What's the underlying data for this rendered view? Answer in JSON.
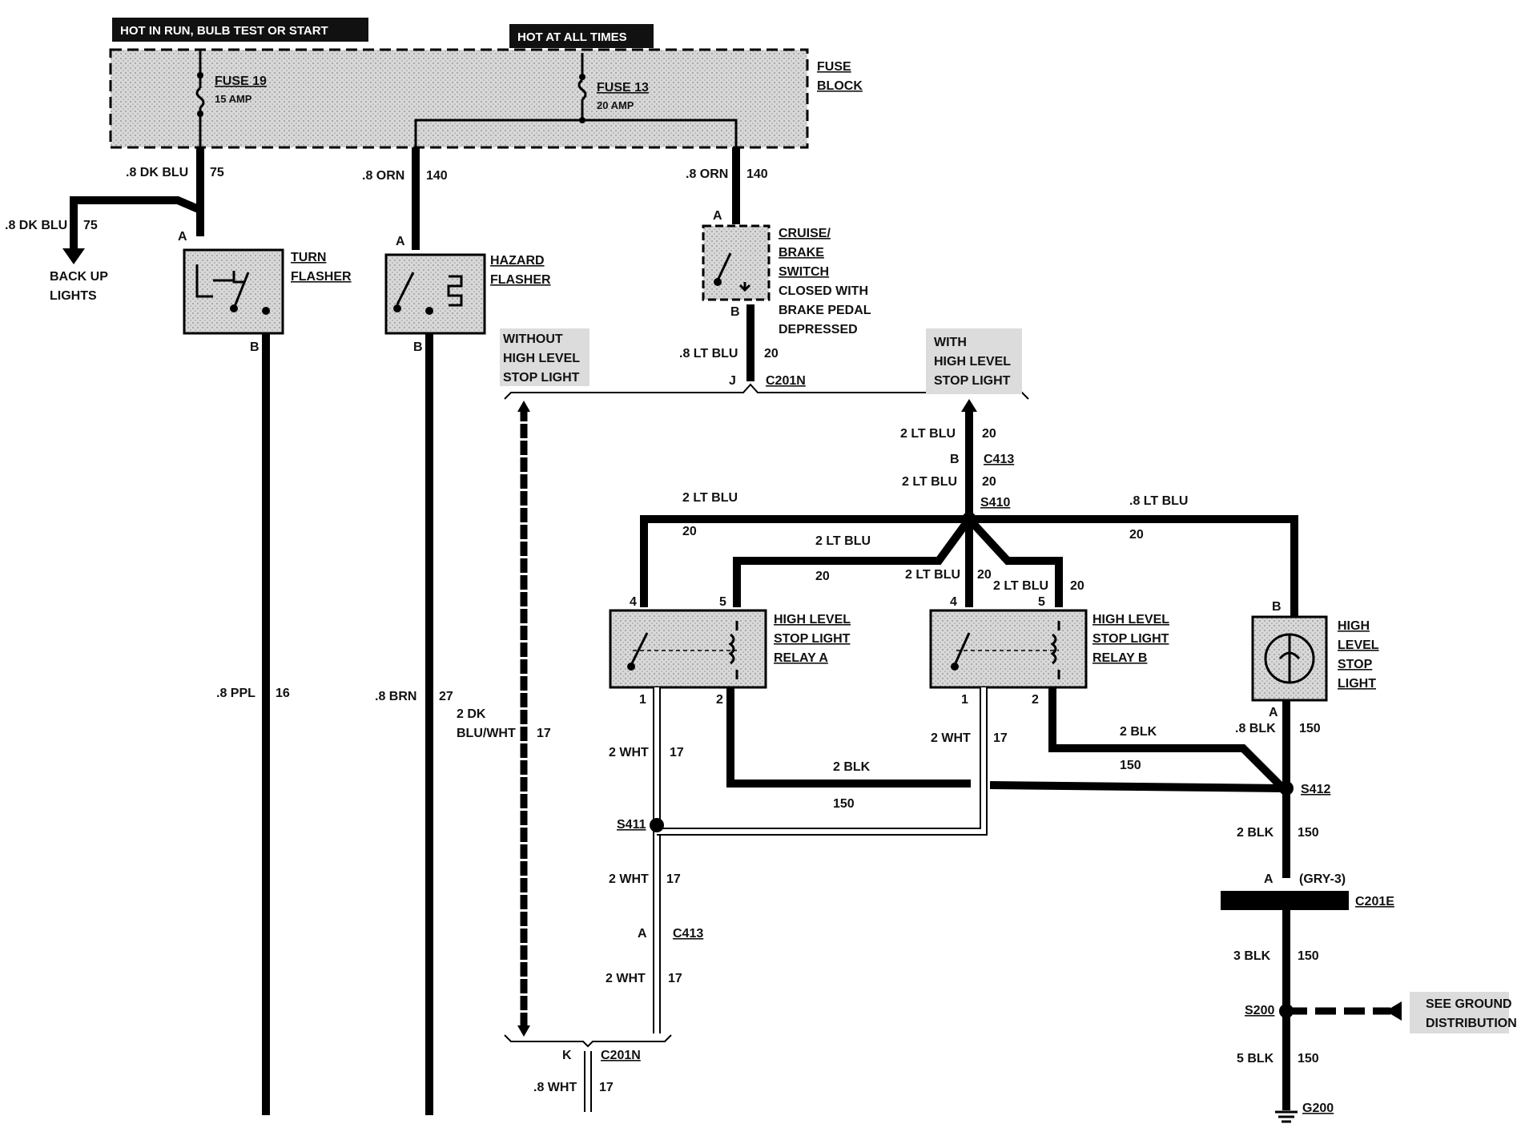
{
  "banners": {
    "hot_run": "HOT IN RUN, BULB TEST OR START",
    "hot_always": "HOT AT ALL TIMES"
  },
  "fuse_block": {
    "label_1": "FUSE",
    "label_2": "BLOCK",
    "fuse19_name": "FUSE 19",
    "fuse19_rating": "15 AMP",
    "fuse13_name": "FUSE 13",
    "fuse13_rating": "20 AMP"
  },
  "components": {
    "turn_flasher": [
      "TURN",
      "FLASHER"
    ],
    "hazard_flasher": [
      "HAZARD",
      "FLASHER"
    ],
    "cruise_brake_switch": [
      "CRUISE/",
      "BRAKE",
      "SWITCH"
    ],
    "cruise_note": [
      "CLOSED WITH",
      "BRAKE PEDAL",
      "DEPRESSED"
    ],
    "relay_a": [
      "HIGH LEVEL",
      "STOP LIGHT",
      "RELAY A"
    ],
    "relay_b": [
      "HIGH LEVEL",
      "STOP LIGHT",
      "RELAY B"
    ],
    "high_level_lamp": [
      "HIGH",
      "LEVEL",
      "STOP",
      "LIGHT"
    ],
    "back_up": [
      "BACK UP",
      "LIGHTS"
    ],
    "without_note": [
      "WITHOUT",
      "HIGH LEVEL",
      "STOP LIGHT"
    ],
    "with_note": [
      "WITH",
      "HIGH LEVEL",
      "STOP LIGHT"
    ],
    "ground_note": [
      "SEE GROUND",
      "DISTRIBUTION"
    ]
  },
  "wires": {
    "w_dkblu_75_top": ".8 DK BLU",
    "w_dkblu_75_top_num": "75",
    "w_dkblu_75_left": ".8 DK BLU",
    "w_dkblu_75_left_num": "75",
    "w_orn_140_a": ".8 ORN",
    "w_orn_140_a_num": "140",
    "w_orn_140_b": ".8 ORN",
    "w_orn_140_b_num": "140",
    "w_ltblu_20_switch": ".8 LT BLU",
    "w_ltblu_20_switch_num": "20",
    "w_ppl": ".8 PPL",
    "w_ppl_num": "16",
    "w_brn": ".8 BRN",
    "w_brn_num": "27",
    "w_dkbluwht_1": "2 DK",
    "w_dkbluwht_2": "BLU/WHT",
    "w_dkbluwht_num": "17",
    "w_2ltblu_top": "2  LT BLU",
    "w_2ltblu_top_num": "20",
    "w_2ltblu_c413": "2 LT BLU",
    "w_2ltblu_c413_num": "20",
    "w_2ltblu_left": "2 LT BLU",
    "w_2ltblu_left_num": "20",
    "w_2ltblu_mid": "2 LT BLU",
    "w_2ltblu_mid_num": "20",
    "w_2ltblu_b4": "2 LT BLU",
    "w_2ltblu_b4_num": "20",
    "w_2ltblu_b5": "2 LT BLU",
    "w_2ltblu_b5_num": "20",
    "w_8ltblu_right": ".8 LT BLU",
    "w_8ltblu_right_num": "20",
    "w_2wht_a": "2 WHT",
    "w_2wht_a_num": "17",
    "w_2wht_b": "2 WHT",
    "w_2wht_b_num": "17",
    "w_2wht_c": "2 WHT",
    "w_2wht_c_num": "17",
    "w_2wht_d": "2 WHT",
    "w_2wht_d_num": "17",
    "w_8wht": ".8 WHT",
    "w_8wht_num": "17",
    "w_2blk_a": "2 BLK",
    "w_2blk_a_num": "150",
    "w_2blk_b": "2 BLK",
    "w_2blk_b_num": "150",
    "w_8blk": ".8 BLK",
    "w_8blk_num": "150",
    "w_2blk_c": "2 BLK",
    "w_2blk_c_num": "150",
    "w_3blk": "3 BLK",
    "w_3blk_num": "150",
    "w_5blk": "5 BLK",
    "w_5blk_num": "150"
  },
  "connectors": {
    "c201n_top": "C201N",
    "c201n_bot": "C201N",
    "c413_top": "C413",
    "c413_bot": "C413",
    "c201e": "C201E",
    "gry3": "(GRY-3)",
    "s410": "S410",
    "s411": "S411",
    "s412": "S412",
    "s200": "S200",
    "g200": "G200"
  },
  "pins": {
    "a": "A",
    "b": "B",
    "j": "J",
    "k": "K",
    "p1": "1",
    "p2": "2",
    "p4": "4",
    "p5": "5"
  }
}
